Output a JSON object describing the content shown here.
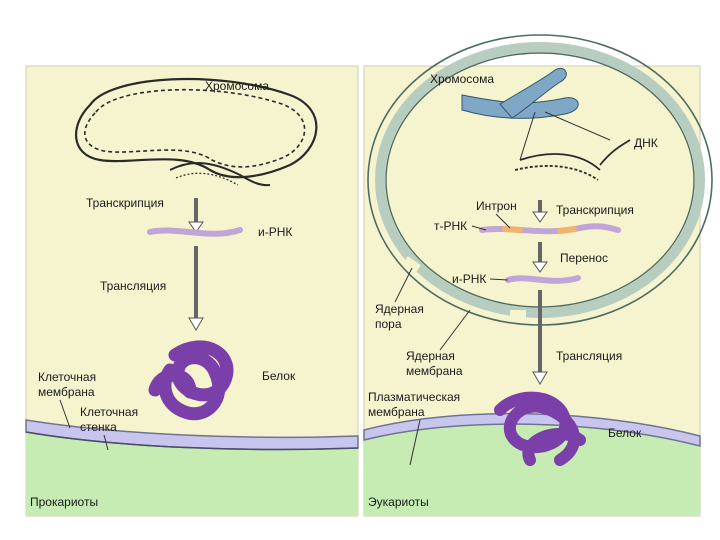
{
  "prokaryote": {
    "chromosome": "Хромосома",
    "transcription": "Транскрипция",
    "mrna": "и-РНК",
    "translation": "Трансляция",
    "protein": "Белок",
    "cell_membrane": [
      "Клеточная",
      "мембрана"
    ],
    "cell_wall": [
      "Клеточная",
      "стенка"
    ],
    "title": "Прокариоты"
  },
  "eukaryote": {
    "chromosome": "Хромосома",
    "dna": "ДНК",
    "intron": "Интрон",
    "transcription": "Транскрипция",
    "t_rna": "т-РНК",
    "transfer": "Перенос",
    "mrna": "и-РНК",
    "nuclear_pore": [
      "Ядерная",
      "пора"
    ],
    "nuclear_membrane": [
      "Ядерная",
      "мембрана"
    ],
    "translation": "Трансляция",
    "plasma_membrane": [
      "Плазматическая",
      "мембрана"
    ],
    "protein": "Белок",
    "title": "Эукариоты"
  },
  "colors": {
    "panel_bg": "#f6f4cf",
    "cytoplasm_bottom": "#c6ecb4",
    "membrane": "#c8c6ee",
    "membrane_edge": "#6f7390",
    "nuclear_envelope": "#b7cdbf",
    "envelope_edge": "#4e6d62",
    "dna_strand": "#2a2a2a",
    "rna": "#c0a6d8",
    "intron": "#f2b46a",
    "protein": "#7a3fa8",
    "chromosome": "#7fa7c6"
  }
}
